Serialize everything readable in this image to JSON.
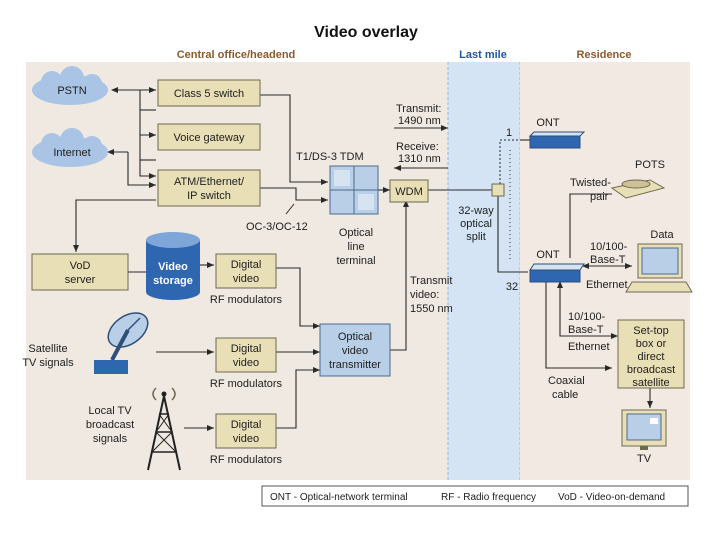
{
  "title": "Video overlay",
  "regions": {
    "central_office": "Central office/headend",
    "last_mile": "Last mile",
    "residence": "Residence"
  },
  "colors": {
    "central_bg": "#efe9e2",
    "last_mile_bg": "#d4e4f4",
    "residence_bg": "#f1e9e2",
    "box_tan": "#e9dfb7",
    "box_blue": "#b9cfe8",
    "region_label_brown": "#8a5a2c",
    "region_label_blue": "#1f57a8",
    "cloud": "#a9c4e4"
  },
  "clouds": {
    "pstn": "PSTN",
    "internet": "Internet"
  },
  "boxes": {
    "class5": "Class 5 switch",
    "voice_gateway": "Voice gateway",
    "atm_line1": "ATM/Ethernet/",
    "atm_line2": "IP switch",
    "vod_line1": "VoD",
    "vod_line2": "server",
    "video_storage_line1": "Video",
    "video_storage_line2": "storage",
    "digital_video_line1": "Digital",
    "digital_video_line2": "video",
    "wdm": "WDM",
    "ovt_line1": "Optical",
    "ovt_line2": "video",
    "ovt_line3": "transmitter",
    "settop_line1": "Set-top",
    "settop_line2": "box or",
    "settop_line3": "direct",
    "settop_line4": "broadcast",
    "settop_line5": "satellite"
  },
  "labels": {
    "t1ds3": "T1/DS-3 TDM",
    "transmit1": "Transmit:",
    "transmit1_nm": "1490 nm",
    "receive": "Receive:",
    "receive_nm": "1310 nm",
    "oc": "OC-3/OC-12",
    "olt1": "Optical",
    "olt2": "line",
    "olt3": "terminal",
    "split1": "32-way",
    "split2": "optical",
    "split3": "split",
    "port1": "1",
    "port32": "32",
    "transmit_video1": "Transmit",
    "transmit_video2": "video:",
    "transmit_video3": "1550 nm",
    "rf_mod": "RF modulators",
    "satellite1": "Satellite",
    "satellite2": "TV signals",
    "localtv1": "Local TV",
    "localtv2": "broadcast",
    "localtv3": "signals",
    "ont": "ONT",
    "pots": "POTS",
    "twisted1": "Twisted-",
    "twisted2": "pair",
    "data": "Data",
    "base_a": "10/100-",
    "base_b": "Base-T",
    "ethernet": "Ethernet",
    "coax1": "Coaxial",
    "coax2": "cable",
    "tv": "TV"
  },
  "legend": {
    "ont": "ONT - Optical-network terminal",
    "rf": "RF - Radio frequency",
    "vod": "VoD - Video-on-demand"
  }
}
